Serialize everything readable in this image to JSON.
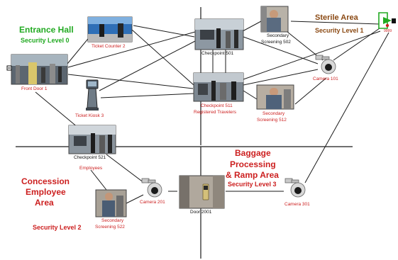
{
  "zones": {
    "entrance_title": "Entrance Hall",
    "entrance_level": "Security Level 0",
    "sterile_title": "Sterile Area",
    "sterile_level": "Security Level 1",
    "baggage_line1": "Baggage",
    "baggage_line2": "Processing",
    "baggage_line3": "& Ramp Area",
    "baggage_level": "Security Level 3",
    "concession_line1": "Concession",
    "concession_line2": "Employee",
    "concession_line3": "Area",
    "concession_level": "Security Level 2"
  },
  "nodes": {
    "front_door_1": "Front Door 1",
    "ticket_counter_2": "Ticket Counter 2",
    "ticket_kiosk_3": "Ticket Kiosk 3",
    "checkpoint_501": "Checkpoint 501",
    "checkpoint_511_line1": "Checkpoint 511",
    "checkpoint_511_line2": "Registered Travelers",
    "secondary_502_line1": "Secondary",
    "secondary_502_line2": "Screening 502",
    "secondary_512_line1": "Secondary",
    "secondary_512_line2": "Screening 512",
    "camera_101": "Camera 101",
    "exit_9999": "9999",
    "checkpoint_521": "Checkpoint 521",
    "employees": "Employees",
    "camera_201": "Camera 201",
    "door_2001": "Door 2001",
    "camera_301": "Camera 301",
    "secondary_522_line1": "Secondary",
    "secondary_522_line2": "Screening 522"
  },
  "colors": {
    "green": "#22aa22",
    "brown": "#8b4a14",
    "red": "#cc1f1f",
    "black": "#111111",
    "line": "#1a1a1a"
  },
  "icons": [
    "camera-icon",
    "exit-door-icon",
    "kiosk-icon",
    "entry-marker-icon"
  ]
}
